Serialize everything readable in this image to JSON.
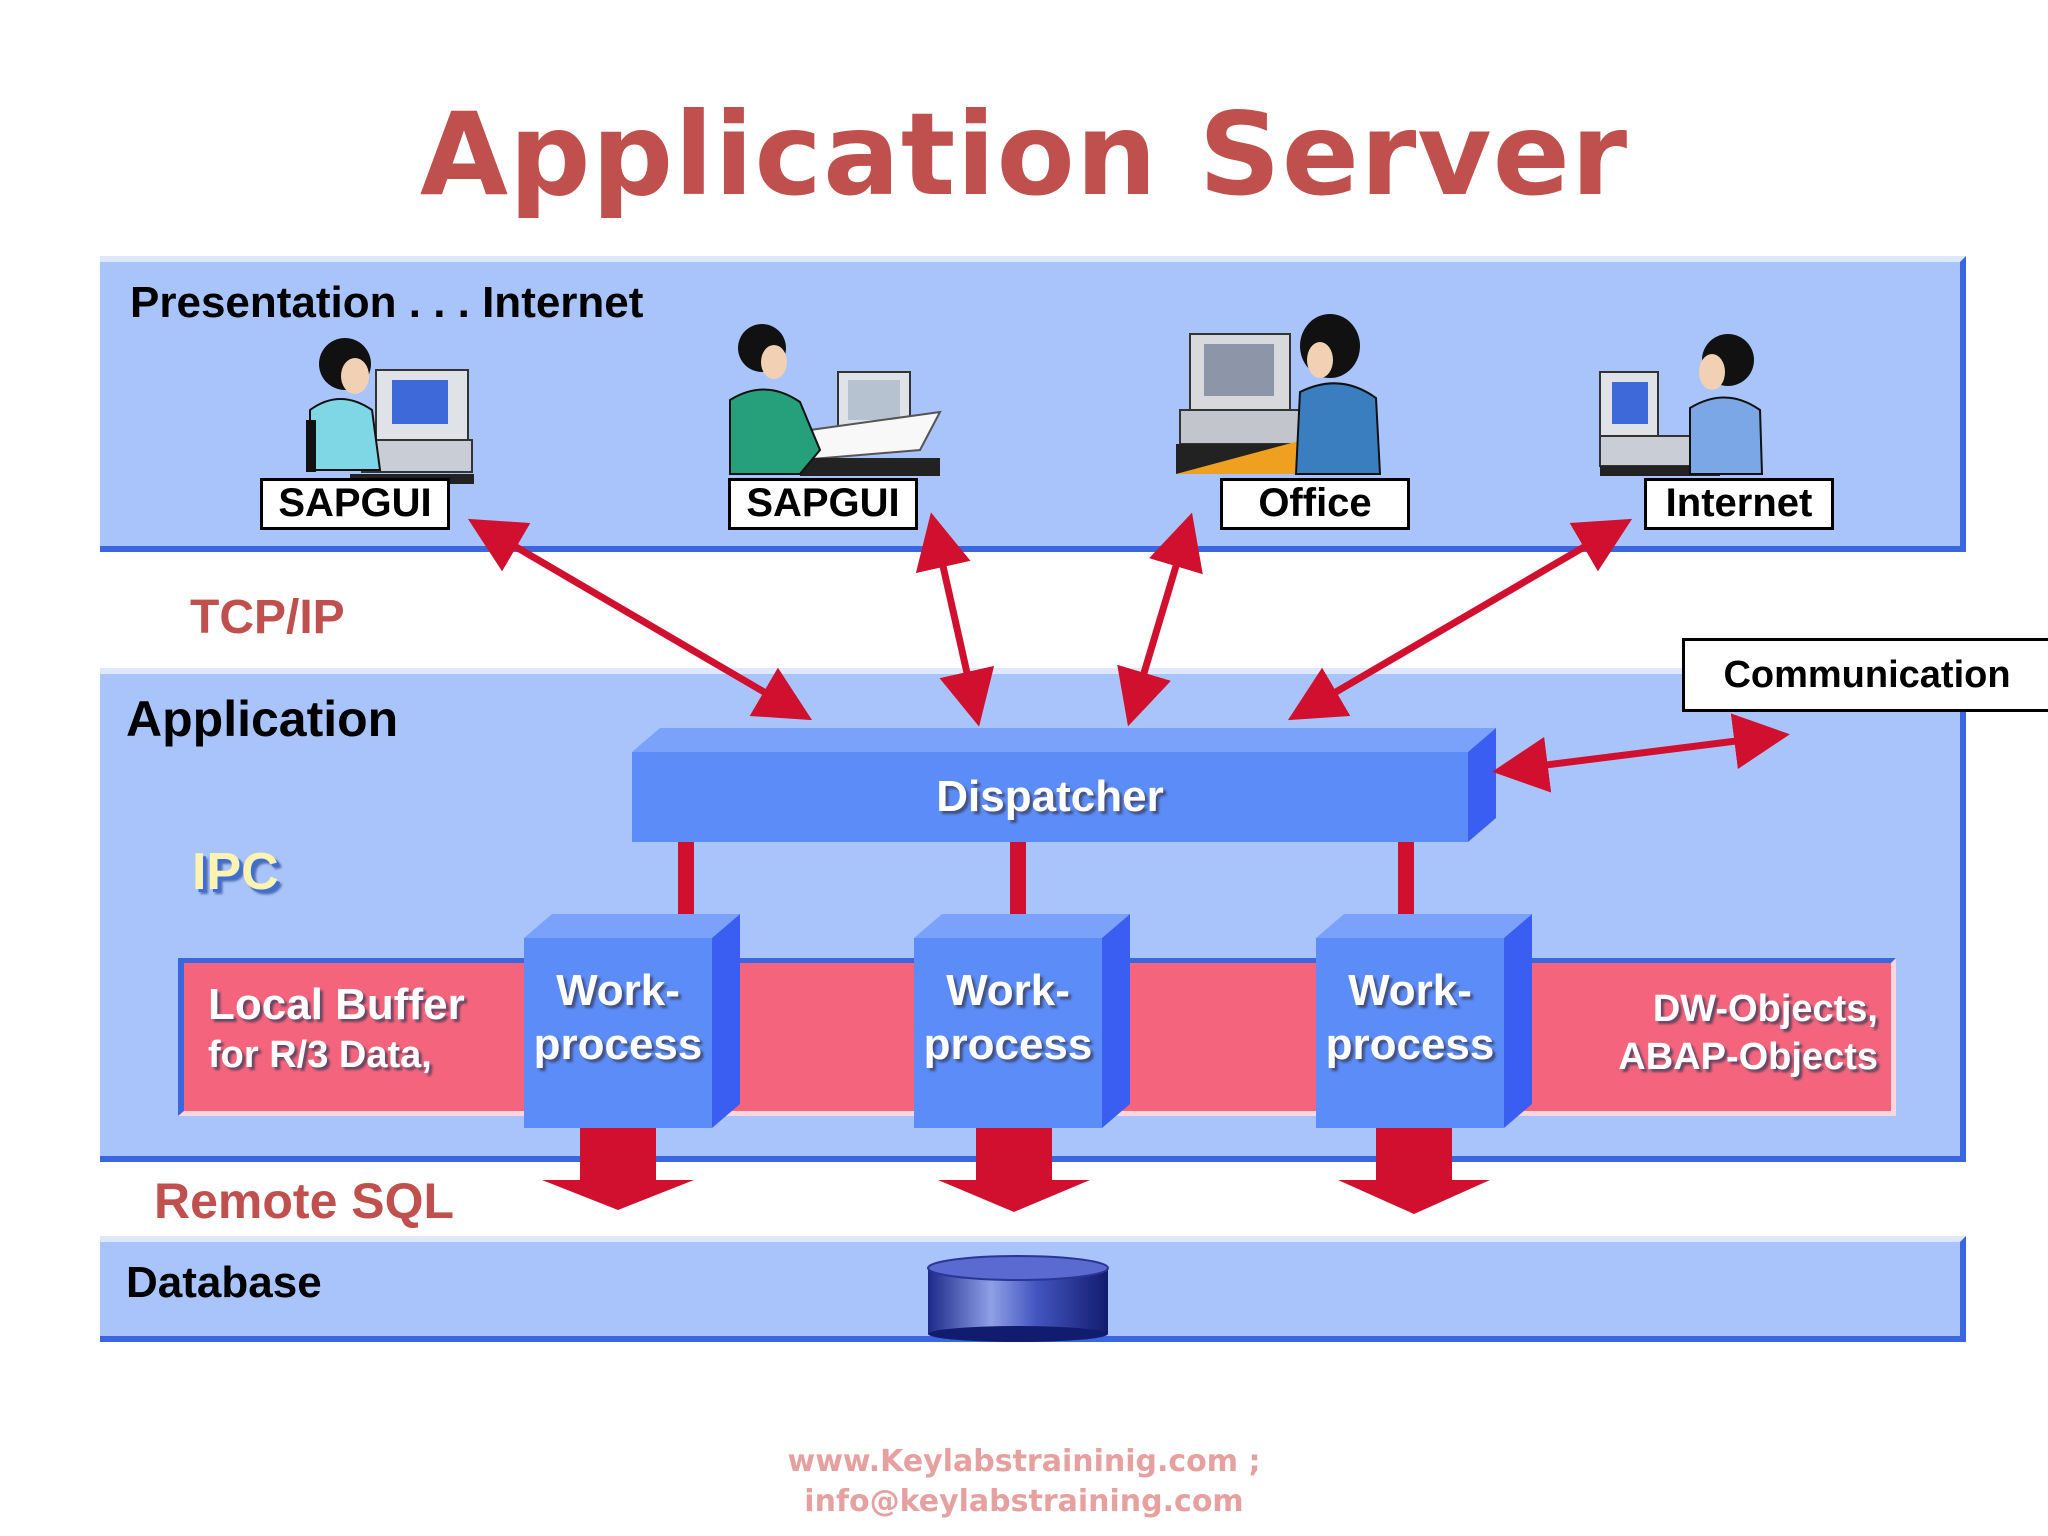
{
  "title": "Application Server",
  "layers": {
    "presentation": "Presentation . . . Internet",
    "application": "Application",
    "database": "Database"
  },
  "protocols": {
    "tcpip": "TCP/IP",
    "ipc": "IPC",
    "remote_sql": "Remote SQL"
  },
  "clients": [
    "SAPGUI",
    "SAPGUI",
    "Office",
    "Internet"
  ],
  "communication": "Communication",
  "dispatcher": "Dispatcher",
  "workprocess": {
    "line1": "Work-",
    "line2": "process"
  },
  "buffer": {
    "left_line1": "Local Buffer",
    "left_line2": "for R/3 Data,",
    "right_line1": "DW-Objects,",
    "right_line2": "ABAP-Objects"
  },
  "footer": {
    "line1": "www.Keylabstraininig.com ;",
    "line2": "info@keylabstraining.com"
  },
  "colors": {
    "title": "#c0504d",
    "layer": "#a8c4fa",
    "dispatcher": "#5b8cf7",
    "buffer": "#f4657d",
    "arrow": "#d0102e"
  }
}
